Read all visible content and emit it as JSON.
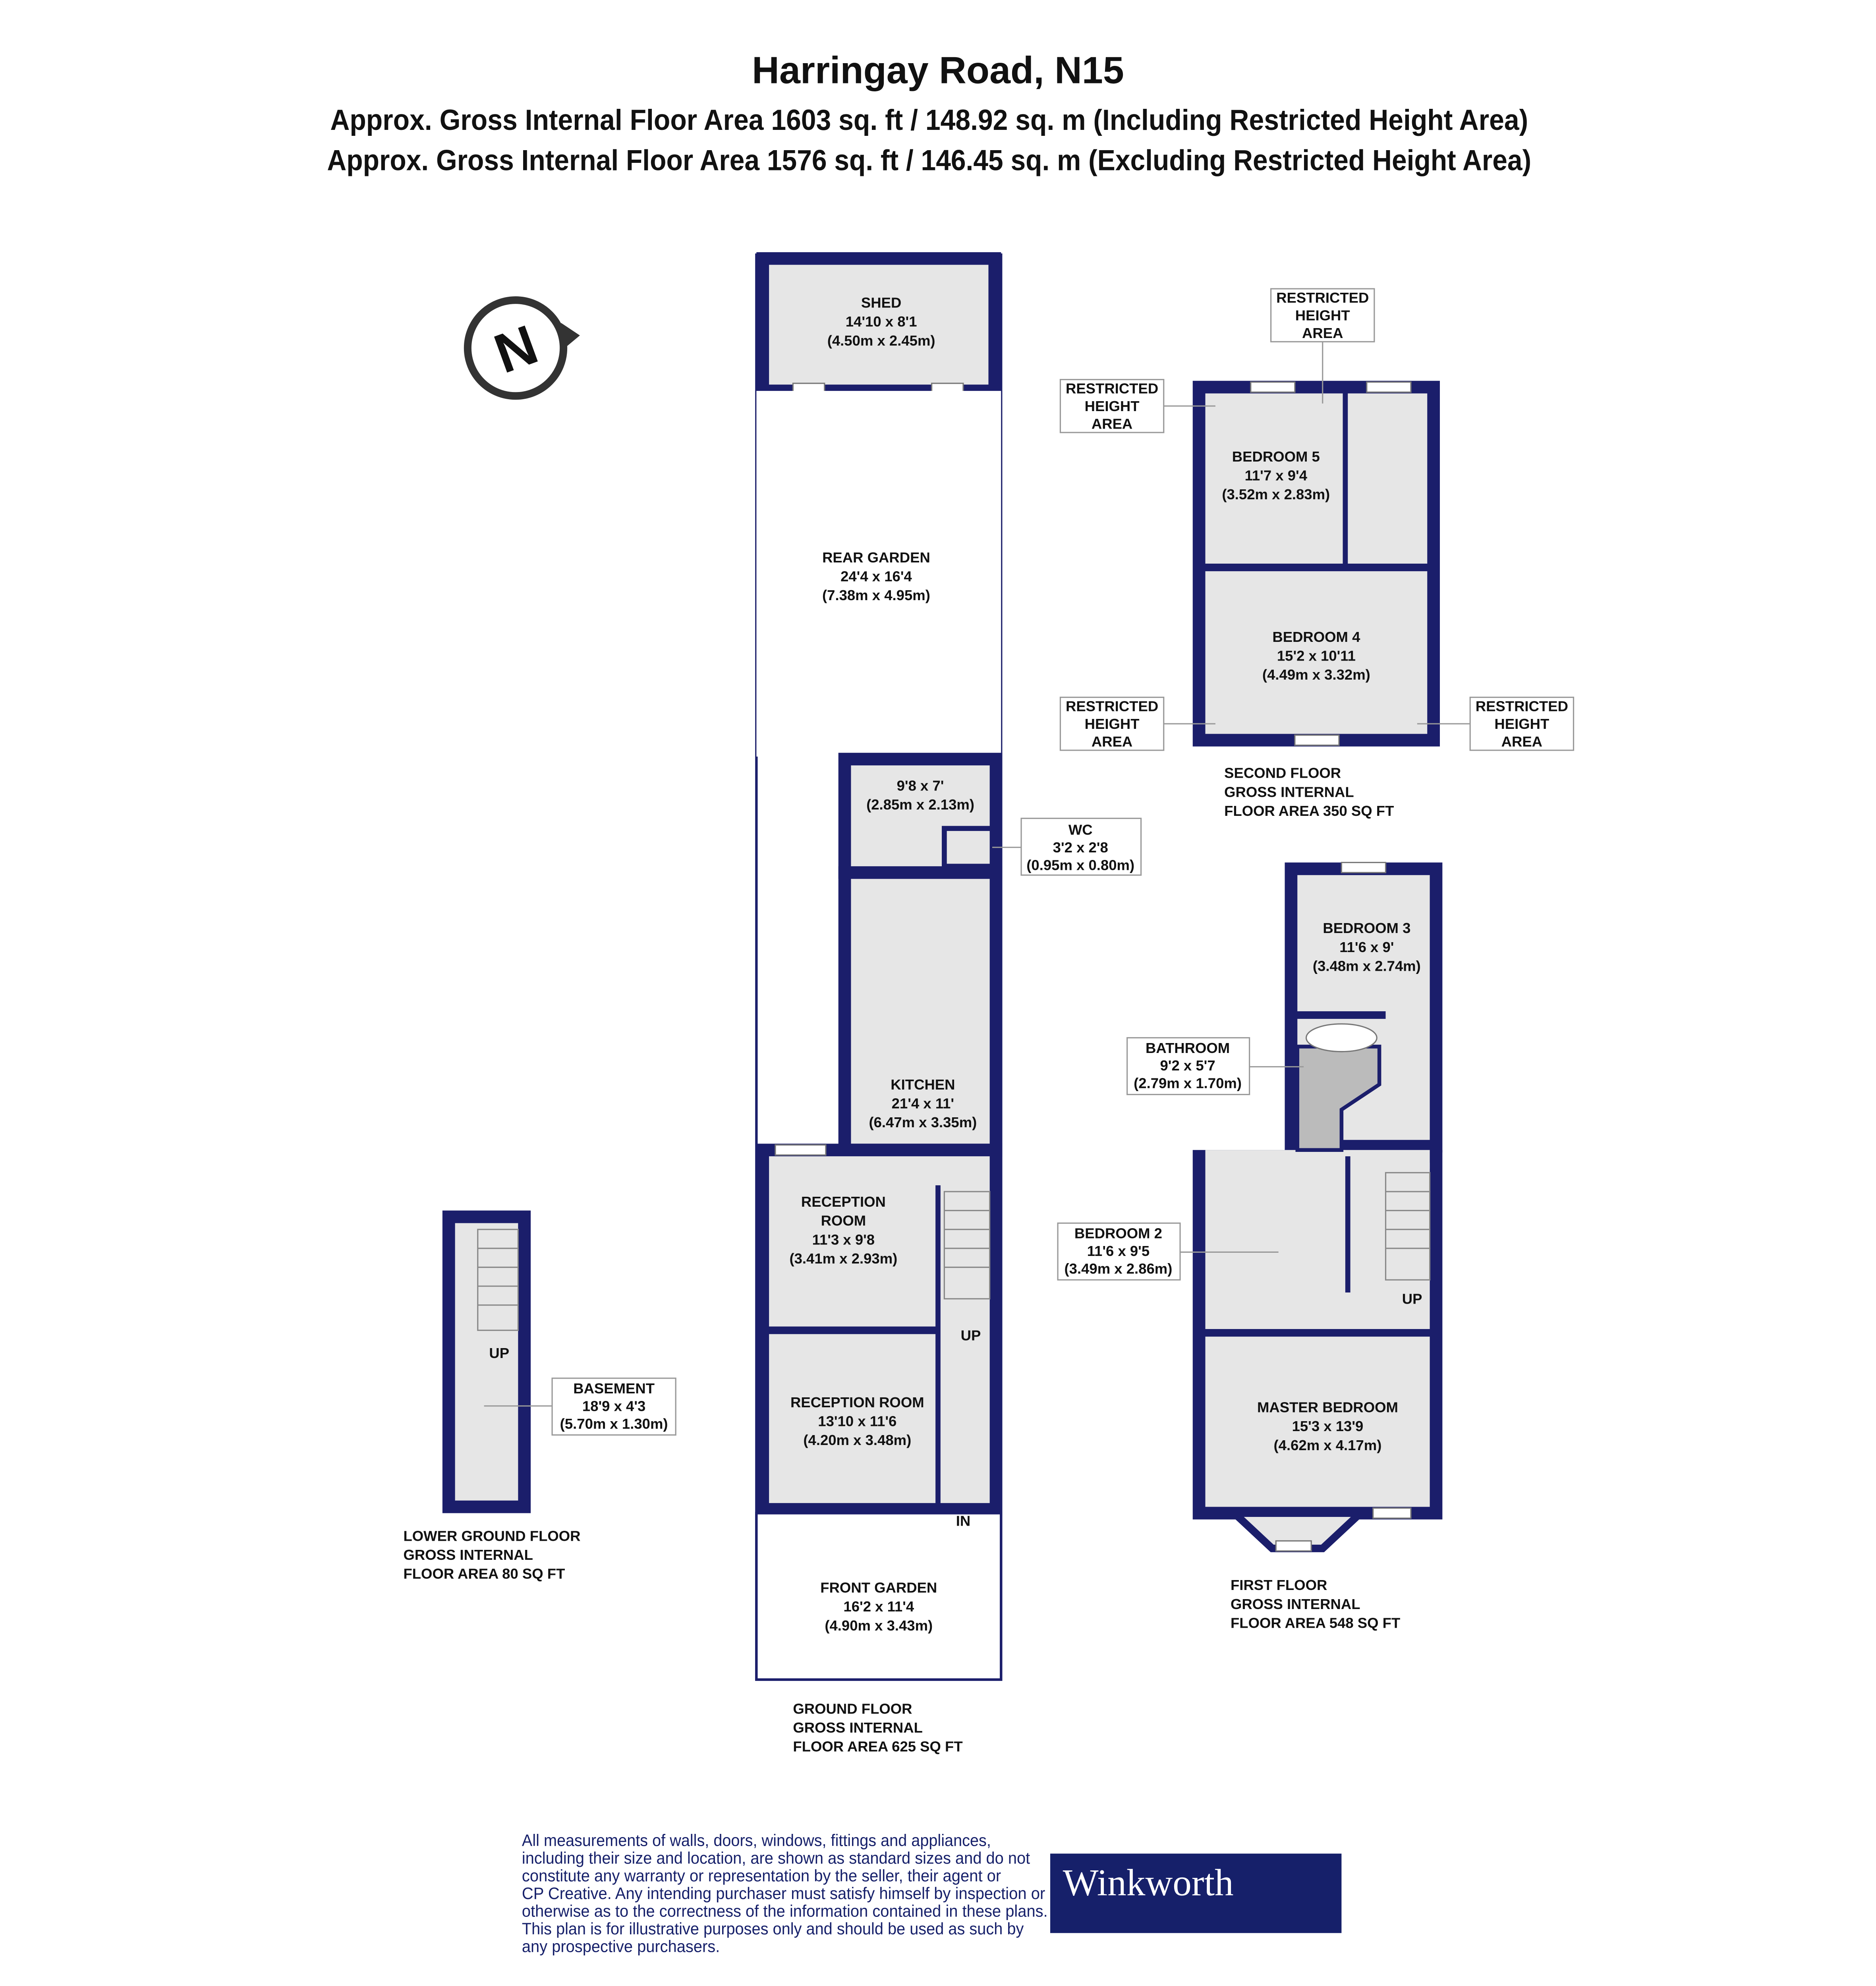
{
  "header": {
    "title": "Harringay Road, N15",
    "area_including": "Approx. Gross Internal Floor Area 1603 sq. ft / 148.92 sq. m (Including Restricted Height Area)",
    "area_excluding": "Approx. Gross Internal Floor Area 1576 sq. ft / 146.45 sq. m (Excluding Restricted Height Area)"
  },
  "compass": {
    "letter": "N"
  },
  "colors": {
    "wall": "#1b1e6b",
    "floor": "#e6e6e6",
    "brand": "#16206a"
  },
  "ground_floor": {
    "caption": [
      "GROUND FLOOR",
      "GROSS INTERNAL",
      "FLOOR AREA 625 SQ FT"
    ],
    "rooms": {
      "shed": [
        "SHED",
        "14'10 x 8'1",
        "(4.50m x 2.45m)"
      ],
      "rear_garden": [
        "REAR GARDEN",
        "24'4 x 16'4",
        "(7.38m x 4.95m)"
      ],
      "utility": [
        "9'8 x 7'",
        "(2.85m x 2.13m)"
      ],
      "wc": [
        "WC",
        "3'2 x 2'8",
        "(0.95m x 0.80m)"
      ],
      "kitchen": [
        "KITCHEN",
        "21'4 x 11'",
        "(6.47m x 3.35m)"
      ],
      "reception_room": [
        "RECEPTION",
        "ROOM",
        "11'3 x 9'8",
        "(3.41m x 2.93m)"
      ],
      "reception_room_2": [
        "RECEPTION ROOM",
        "13'10 x 11'6",
        "(4.20m x 3.48m)"
      ],
      "front_garden": [
        "FRONT GARDEN",
        "16'2 x 11'4",
        "(4.90m x 3.43m)"
      ]
    },
    "stairs_label": "UP",
    "entrance_label": "IN"
  },
  "lower_ground_floor": {
    "caption": [
      "LOWER GROUND FLOOR",
      "GROSS INTERNAL",
      "FLOOR AREA 80 SQ FT"
    ],
    "basement": [
      "BASEMENT",
      "18'9 x 4'3",
      "(5.70m x 1.30m)"
    ],
    "stairs_label": "UP"
  },
  "second_floor": {
    "caption": [
      "SECOND FLOOR",
      "GROSS INTERNAL",
      "FLOOR AREA 350 SQ FT"
    ],
    "restricted": [
      "RESTRICTED",
      "HEIGHT",
      "AREA"
    ],
    "bedroom5": [
      "BEDROOM 5",
      "11'7 x 9'4",
      "(3.52m x 2.83m)"
    ],
    "bedroom4": [
      "BEDROOM 4",
      "15'2 x 10'11",
      "(4.49m x 3.32m)"
    ]
  },
  "first_floor": {
    "caption": [
      "FIRST FLOOR",
      "GROSS INTERNAL",
      "FLOOR AREA 548 SQ FT"
    ],
    "bedroom3": [
      "BEDROOM 3",
      "11'6 x 9'",
      "(3.48m x 2.74m)"
    ],
    "bathroom": [
      "BATHROOM",
      "9'2 x 5'7",
      "(2.79m x 1.70m)"
    ],
    "bedroom2": [
      "BEDROOM 2",
      "11'6 x 9'5",
      "(3.49m x 2.86m)"
    ],
    "master": [
      "MASTER BEDROOM",
      "15'3 x 13'9",
      "(4.62m x 4.17m)"
    ],
    "stairs_label": "UP"
  },
  "disclaimer": [
    "All measurements of walls, doors, windows, fittings and appliances,",
    "including their size and location, are shown as standard sizes and do not",
    "constitute any warranty or representation by the seller, their agent or",
    "CP Creative. Any intending purchaser must satisfy himself by inspection or",
    "otherwise as to the correctness of the information contained in these plans.",
    "This plan is for illustrative purposes only and should be used as such by",
    "any prospective purchasers."
  ],
  "logo": {
    "text": "Winkworth"
  }
}
